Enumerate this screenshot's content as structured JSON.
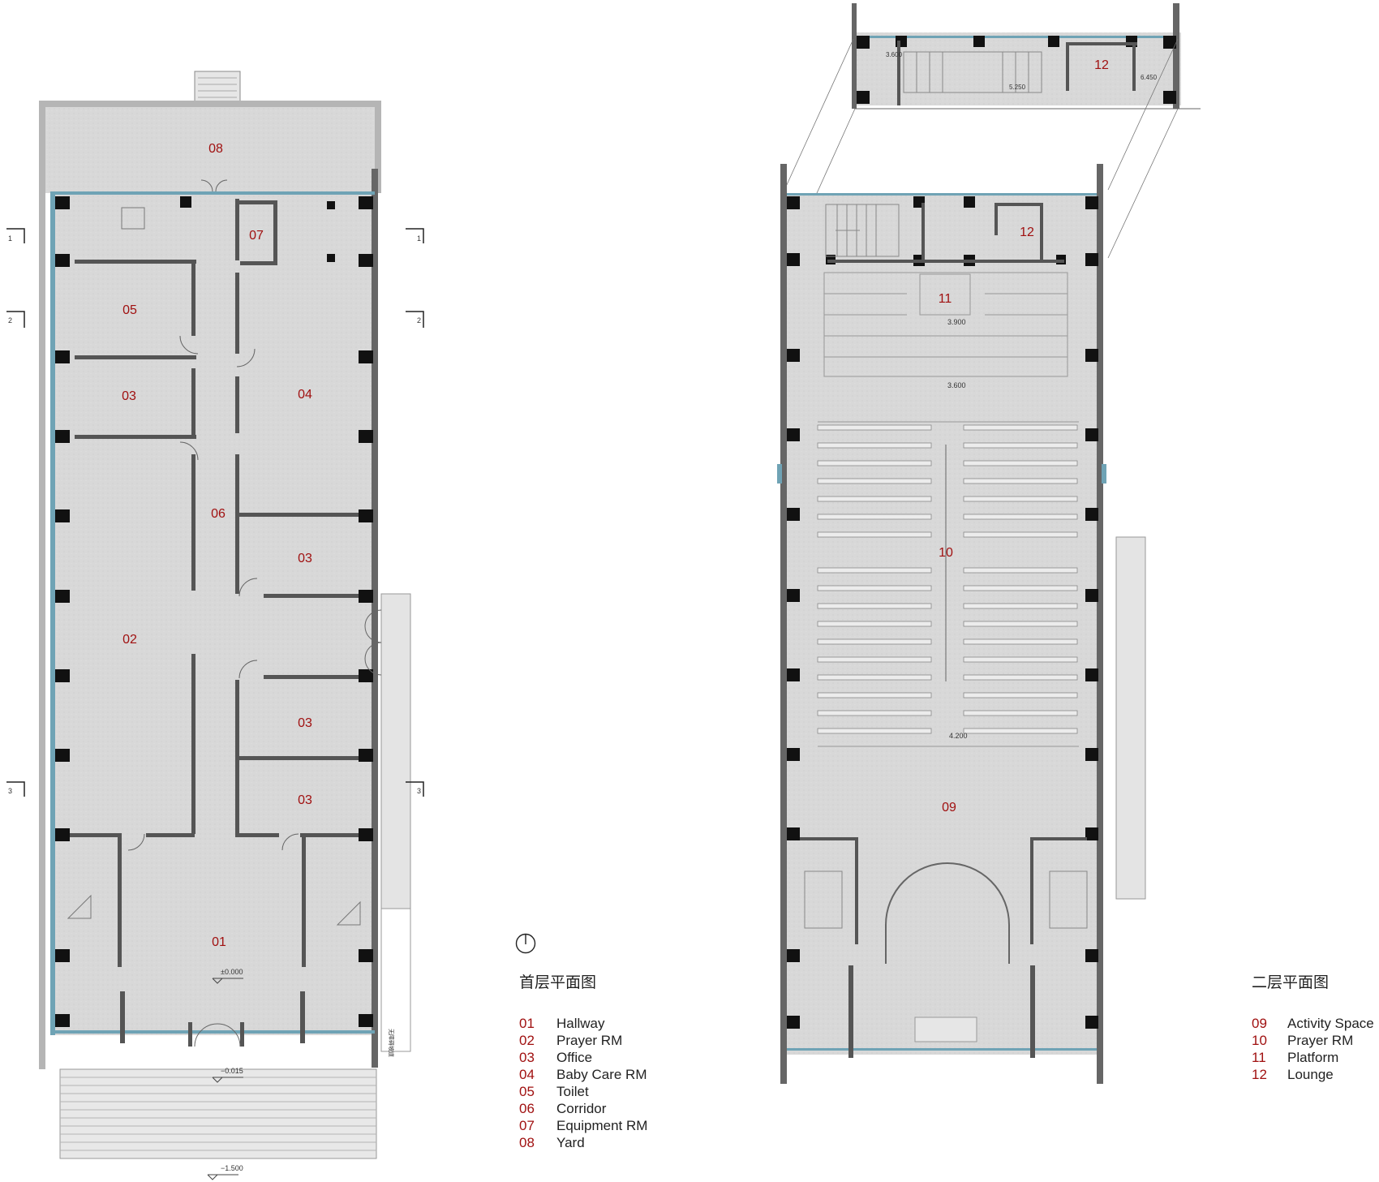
{
  "ground_floor": {
    "title": "首层平面图",
    "rooms": [
      {
        "code": "01",
        "name": "Hallway"
      },
      {
        "code": "02",
        "name": "Prayer RM"
      },
      {
        "code": "03",
        "name": "Office"
      },
      {
        "code": "04",
        "name": "Baby Care RM"
      },
      {
        "code": "05",
        "name": "Toilet"
      },
      {
        "code": "06",
        "name": "Corridor"
      },
      {
        "code": "07",
        "name": "Equipment RM"
      },
      {
        "code": "08",
        "name": "Yard"
      }
    ],
    "plan_tags": [
      "08",
      "07",
      "05",
      "03",
      "04",
      "06",
      "03",
      "02",
      "03",
      "03",
      "01"
    ],
    "elevations": [
      "±0.000",
      "−0.015",
      "−1.500"
    ],
    "section_marks": [
      "1",
      "1",
      "2",
      "2",
      "3",
      "3"
    ],
    "annotation": "无障碍坡道"
  },
  "second_floor": {
    "title": "二层平面图",
    "rooms": [
      {
        "code": "09",
        "name": "Activity Space"
      },
      {
        "code": "10",
        "name": "Prayer RM"
      },
      {
        "code": "11",
        "name": "Platform"
      },
      {
        "code": "12",
        "name": "Lounge"
      }
    ],
    "plan_tags": [
      "12",
      "11",
      "10",
      "09"
    ],
    "elevations": [
      "3.900",
      "3.600",
      "4.200"
    ]
  },
  "mezzanine": {
    "plan_tags": [
      "12"
    ],
    "elevations": [
      "3.600",
      "5.250",
      "6.450"
    ]
  },
  "colors": {
    "room_label": "#a01010",
    "floor": "#d9d9d9",
    "wall": "#555555",
    "column": "#111111",
    "glass": "#6fa3b5"
  }
}
